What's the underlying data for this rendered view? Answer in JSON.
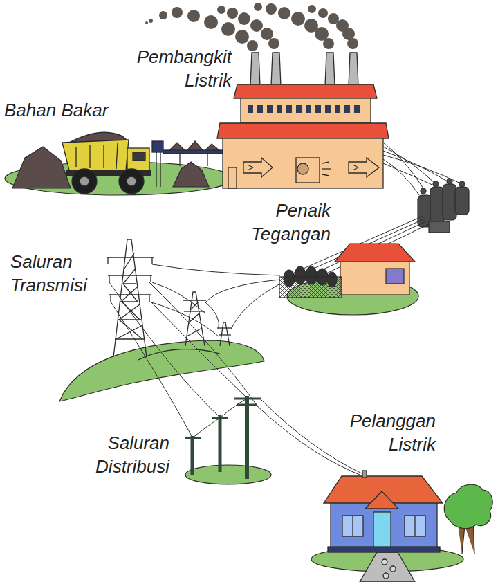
{
  "diagram": {
    "labels": [
      "Pembangkit Listrik",
      "Bahan Bakar",
      "Penaik Tegangan",
      "Saluran Transmisi",
      "Saluran Distribusi",
      "Pelanggan Listrik"
    ]
  }
}
